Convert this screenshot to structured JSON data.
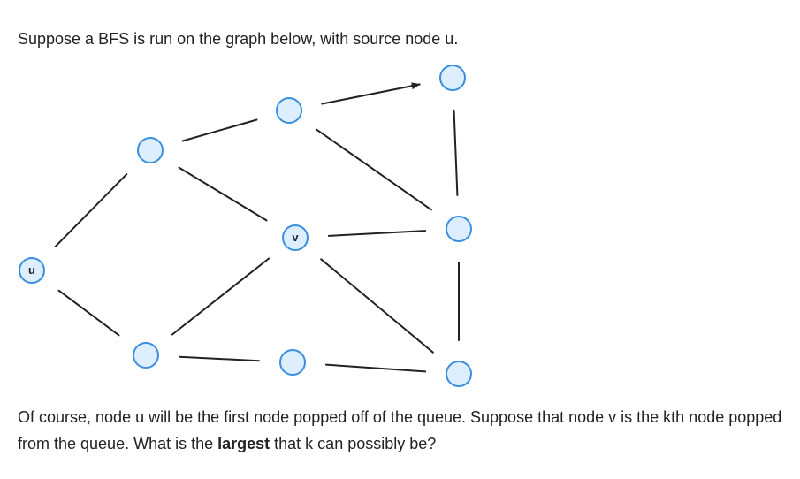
{
  "question": {
    "intro": "Suppose a BFS is run on the graph below, with source node u.",
    "body_part1": "Of course, node u will be the first node popped off of the queue. Suppose that node v is the kth node popped from the queue. What is the ",
    "body_bold": "largest",
    "body_part2": " that k can possibly be?"
  },
  "graph": {
    "node_fill": "#ddeeff",
    "node_stroke": "#3a8fe0",
    "edge_color": "#222222",
    "nodes": [
      {
        "id": "u",
        "label": "u"
      },
      {
        "id": "v",
        "label": "v"
      },
      {
        "id": "n_upper_left",
        "label": ""
      },
      {
        "id": "n_top_mid",
        "label": ""
      },
      {
        "id": "n_top_right",
        "label": ""
      },
      {
        "id": "n_mid_right",
        "label": ""
      },
      {
        "id": "n_lower_left",
        "label": ""
      },
      {
        "id": "n_lower_mid",
        "label": ""
      },
      {
        "id": "n_lower_right",
        "label": ""
      }
    ],
    "edges": [
      {
        "from": "u",
        "to": "n_upper_left",
        "arrow": false
      },
      {
        "from": "u",
        "to": "n_lower_left",
        "arrow": false
      },
      {
        "from": "n_upper_left",
        "to": "n_top_mid",
        "arrow": false
      },
      {
        "from": "n_upper_left",
        "to": "v",
        "arrow": false
      },
      {
        "from": "n_top_mid",
        "to": "n_top_right",
        "arrow": true
      },
      {
        "from": "n_top_mid",
        "to": "n_mid_right",
        "arrow": false
      },
      {
        "from": "n_top_right",
        "to": "n_mid_right",
        "arrow": false
      },
      {
        "from": "v",
        "to": "n_mid_right",
        "arrow": false
      },
      {
        "from": "v",
        "to": "n_lower_right",
        "arrow": false
      },
      {
        "from": "n_lower_left",
        "to": "v",
        "arrow": false
      },
      {
        "from": "n_lower_left",
        "to": "n_lower_mid",
        "arrow": false
      },
      {
        "from": "n_lower_mid",
        "to": "n_lower_right",
        "arrow": false
      },
      {
        "from": "n_mid_right",
        "to": "n_lower_right",
        "arrow": false
      }
    ]
  }
}
